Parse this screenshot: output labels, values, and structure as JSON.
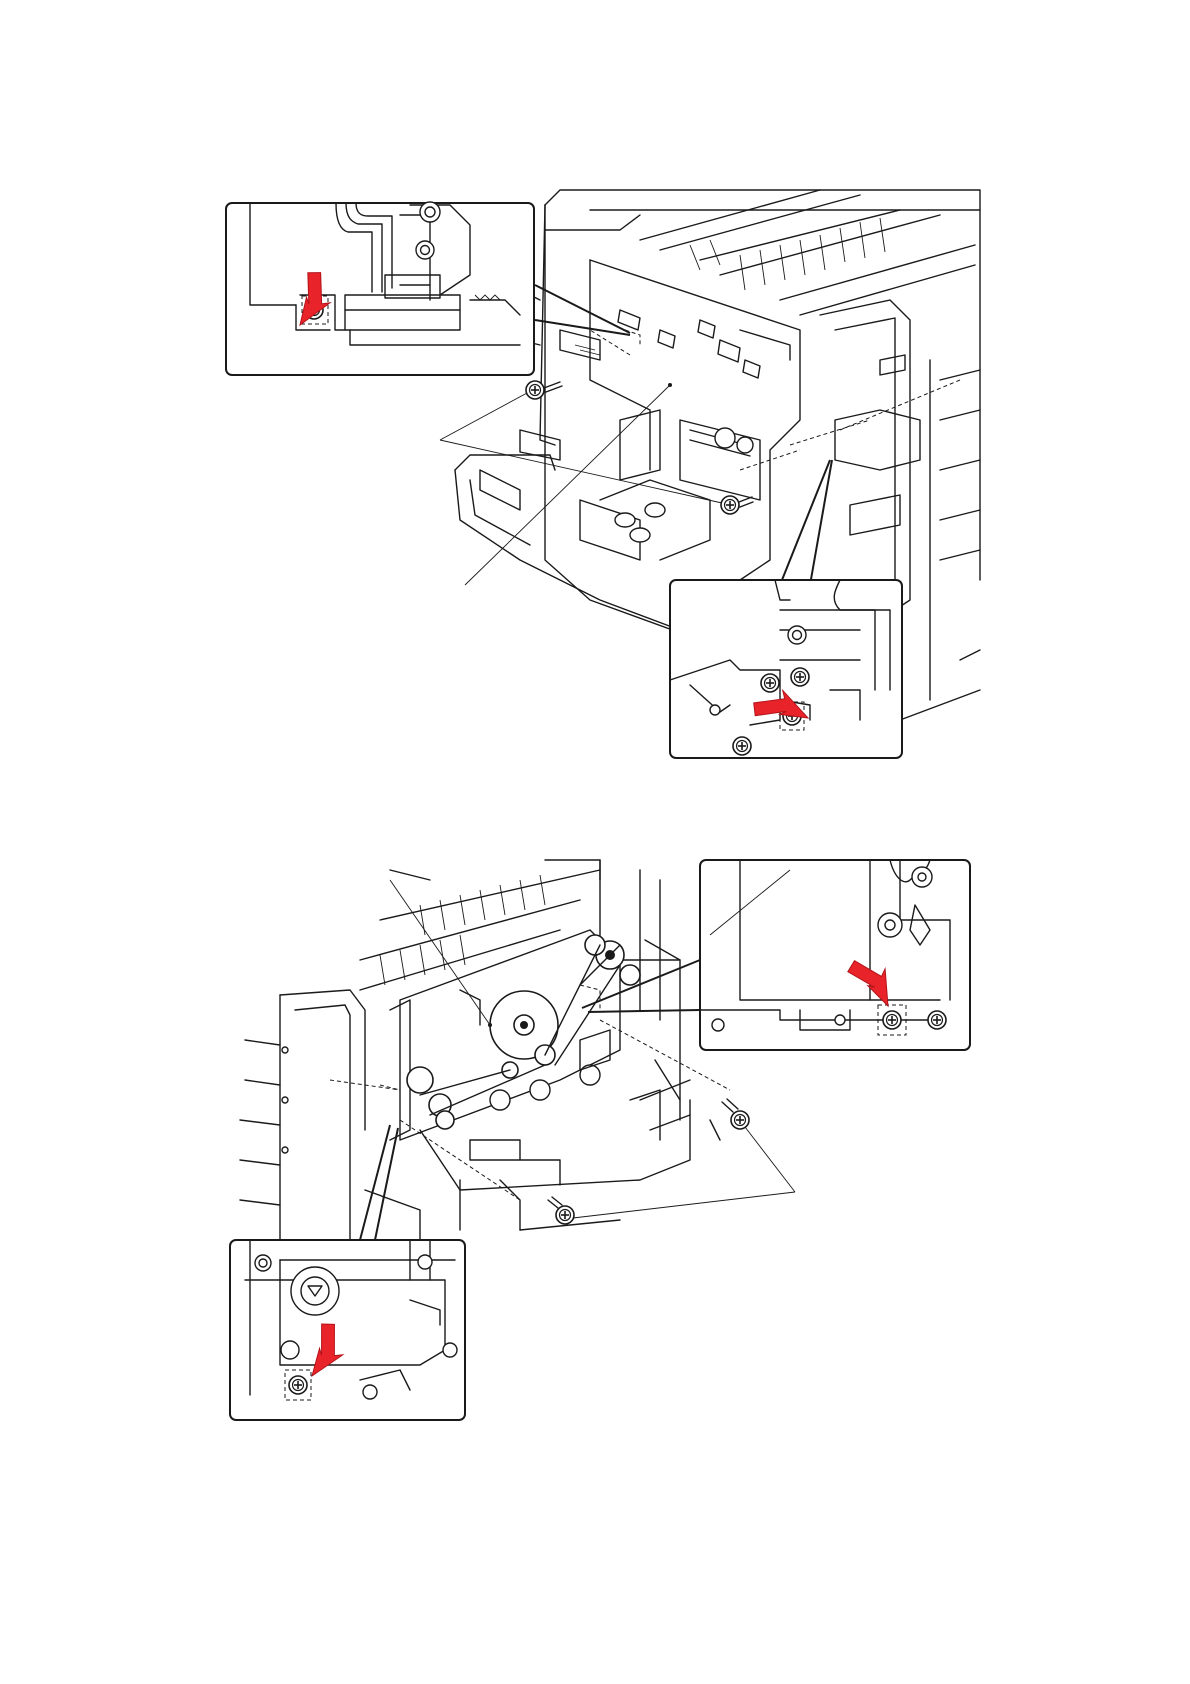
{
  "figure": {
    "panels": [
      {
        "id": "top",
        "callouts": [
          {
            "id": "top-left-inset",
            "indicator": "red-arrow-screw"
          },
          {
            "id": "bottom-right-inset",
            "indicator": "red-arrow-screw"
          }
        ]
      },
      {
        "id": "bottom",
        "callouts": [
          {
            "id": "top-right-inset",
            "indicator": "red-arrow-screw"
          },
          {
            "id": "bottom-left-inset",
            "indicator": "red-arrow-screw"
          }
        ]
      }
    ]
  },
  "colors": {
    "line": "#1a1a1a",
    "arrow": "#e8242a",
    "background": "#ffffff"
  },
  "icons": [
    "screw-icon",
    "red-arrow-icon",
    "gear-icon"
  ]
}
